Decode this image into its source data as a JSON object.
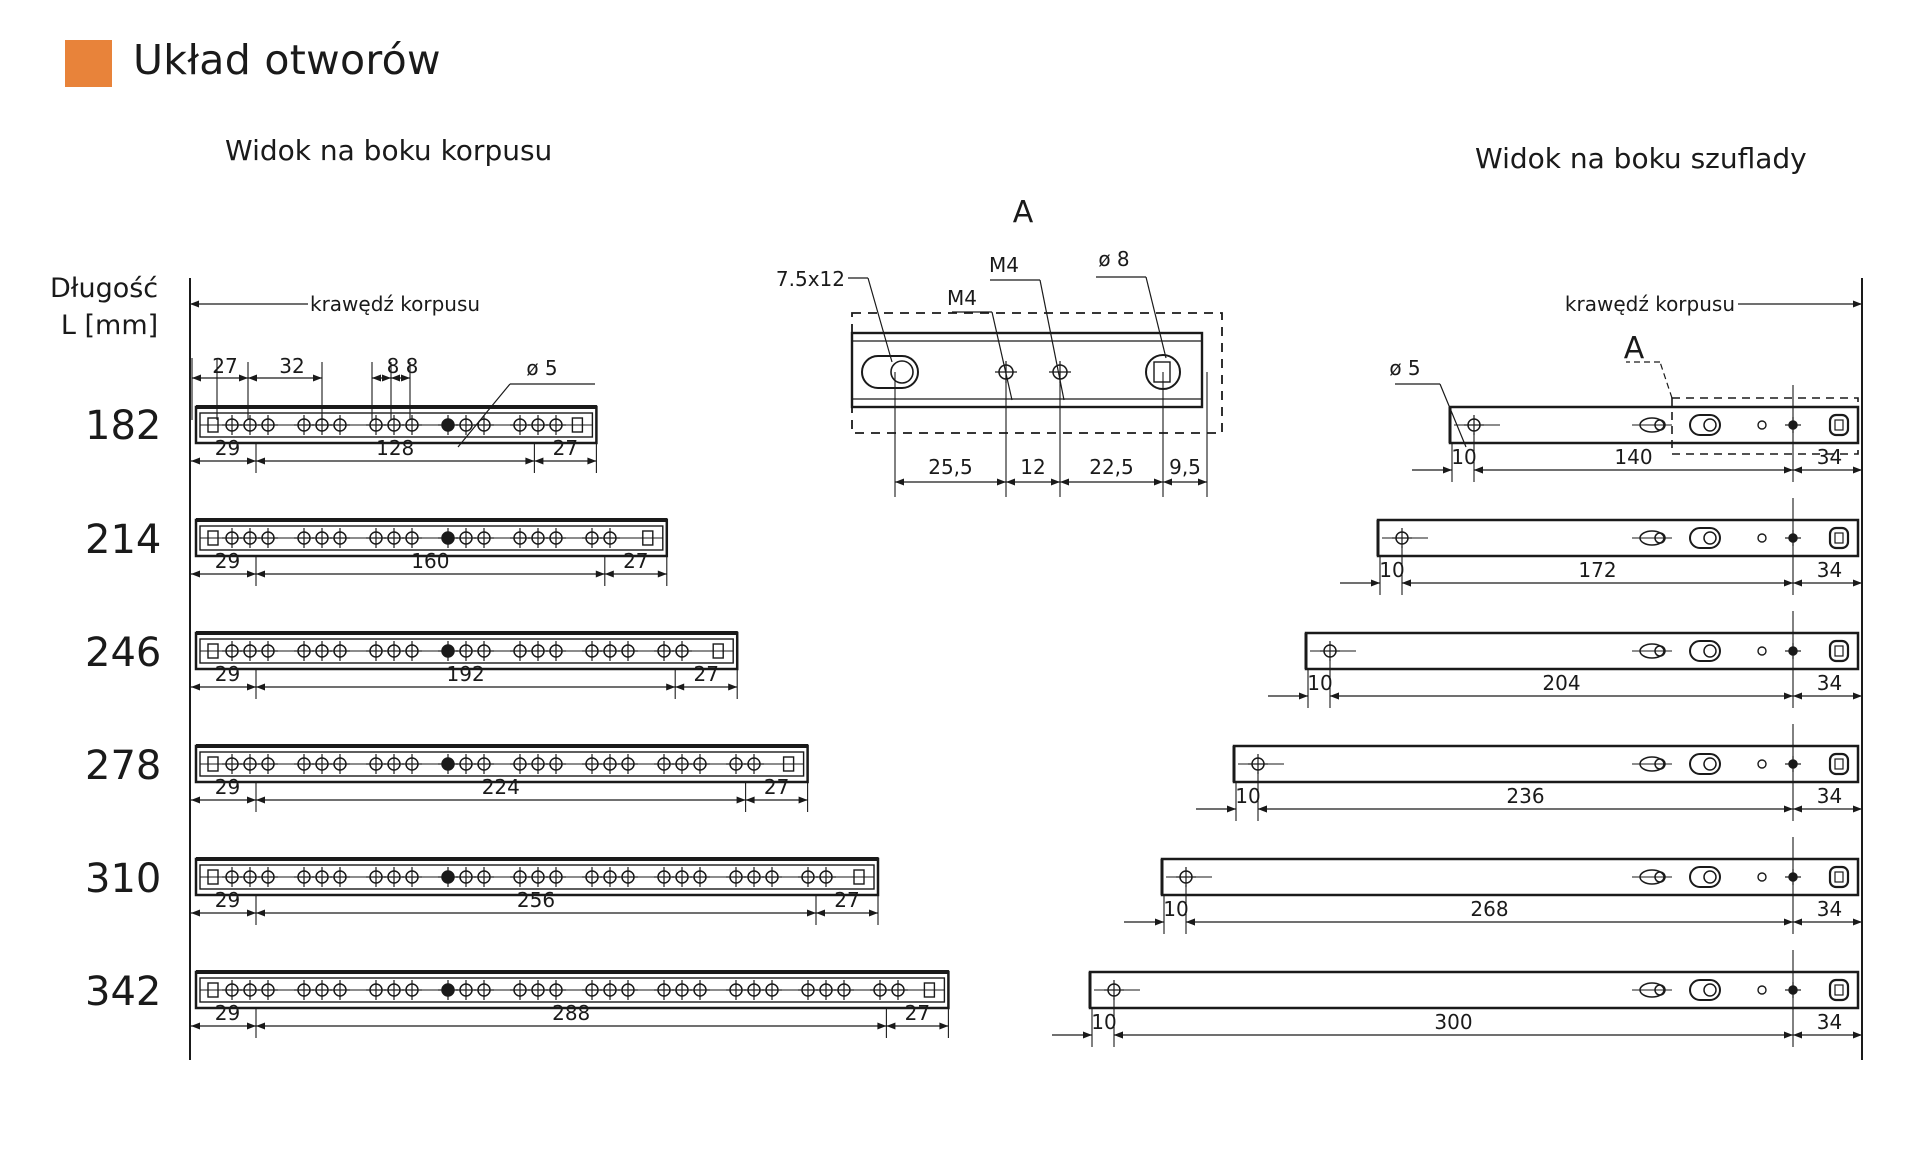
{
  "header": {
    "title": "Układ otworów",
    "accent_color": "#e8833a"
  },
  "views": {
    "left_title": "Widok na boku korpusu",
    "right_title": "Widok na boku szuflady"
  },
  "length_label": {
    "line1": "Długość",
    "line2": "L [mm]"
  },
  "edge_label": "krawędź korpusu",
  "left_top_dims": {
    "a": "27",
    "b": "32",
    "c": "8",
    "d": "8",
    "hole": "ø 5"
  },
  "right_hole": "ø 5",
  "detail": {
    "title": "A",
    "slot": "7.5x12",
    "m4_a": "M4",
    "m4_b": "M4",
    "hole": "ø 8",
    "dims": [
      "25,5",
      "12",
      "22,5",
      "9,5"
    ]
  },
  "detail_marker": "A",
  "rows": [
    {
      "length": "182",
      "left": [
        "29",
        "128",
        "27"
      ],
      "right": [
        "10",
        "140",
        "34"
      ]
    },
    {
      "length": "214",
      "left": [
        "29",
        "160",
        "27"
      ],
      "right": [
        "10",
        "172",
        "34"
      ]
    },
    {
      "length": "246",
      "left": [
        "29",
        "192",
        "27"
      ],
      "right": [
        "10",
        "204",
        "34"
      ]
    },
    {
      "length": "278",
      "left": [
        "29",
        "224",
        "27"
      ],
      "right": [
        "10",
        "236",
        "34"
      ]
    },
    {
      "length": "310",
      "left": [
        "29",
        "256",
        "27"
      ],
      "right": [
        "10",
        "268",
        "34"
      ]
    },
    {
      "length": "342",
      "left": [
        "29",
        "288",
        "27"
      ],
      "right": [
        "10",
        "300",
        "34"
      ]
    }
  ]
}
